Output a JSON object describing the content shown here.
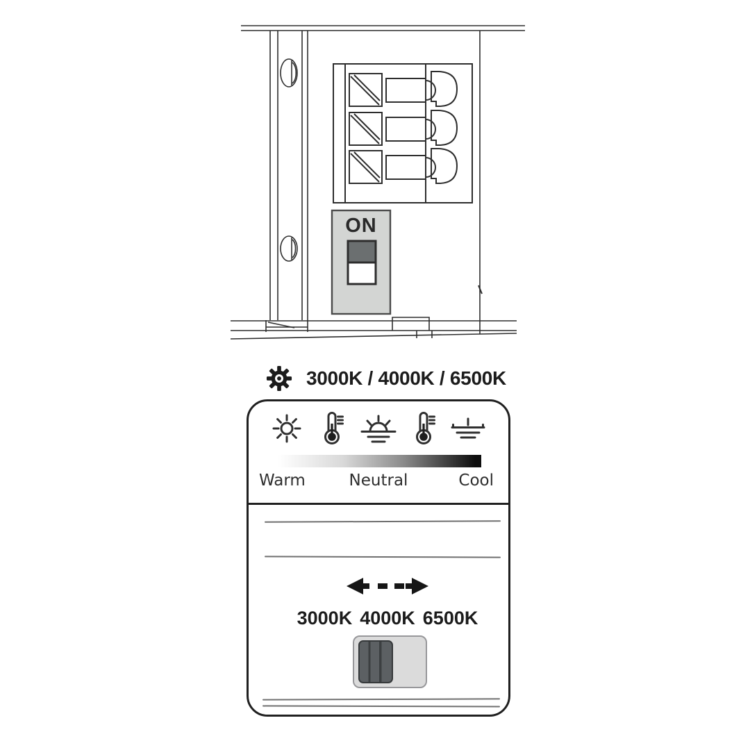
{
  "colors": {
    "ink": "#2d2d2d",
    "sketch_line": "#6f6f6f",
    "panel_gray": "#d3d5d3",
    "toggle_dark": "#6b6f70",
    "track_gray": "#dbdbdb",
    "track_border": "#97979a",
    "knob_dark": "#5c6063",
    "knob_rib": "#3c3f41",
    "text_dark": "#1c1c1c",
    "gradient_start": "#ffffff",
    "gradient_end": "#0e0e0e"
  },
  "installation_diagram": {
    "power_switch_label": "ON"
  },
  "cct_selector": {
    "heading": {
      "icon": "gear-icon",
      "title": "3000K / 4000K / 6500K"
    },
    "mode_icons": [
      "sun-icon",
      "thermometer-icon",
      "sunset-icon",
      "thermometer-icon",
      "dusk-icon"
    ],
    "scale": {
      "warm": "Warm",
      "neutral": "Neutral",
      "cool": "Cool"
    },
    "options": [
      "3000K",
      "4000K",
      "6500K"
    ],
    "selected_option": "3000K",
    "switch_position": "left"
  }
}
